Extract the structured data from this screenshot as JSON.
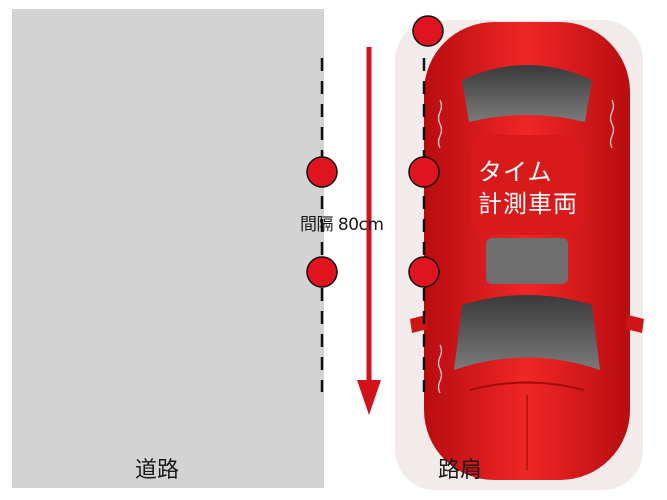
{
  "labels": {
    "road": "道路",
    "shoulder": "路肩",
    "gap": "間隔 80cm",
    "car_line1": "タイム",
    "car_line2": "計測車両"
  },
  "colors": {
    "road": "#d3d3d3",
    "car_body": "#e21b1b",
    "arrow": "#d2121a",
    "marker": "#e0141e",
    "line": "#111111"
  },
  "markers": {
    "count": 5
  }
}
